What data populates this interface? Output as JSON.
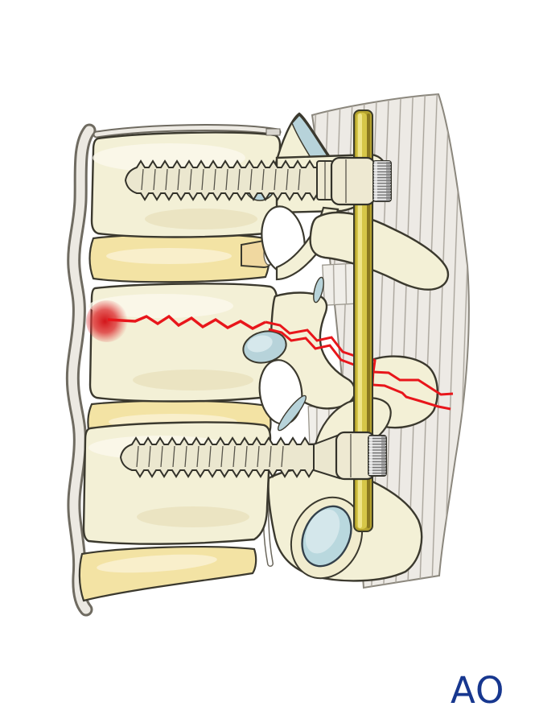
{
  "illustration": {
    "kind": "surgical-technique-drawing",
    "subject": "Lateral lumbar spine with posterior pedicle screw and rod fixation bridging a fractured vertebra",
    "parts": {
      "fascia": "striped posterior fascia band",
      "anterior_ligament": "anterior longitudinal ligament band",
      "vertebra_top": "upper instrumented vertebra",
      "vertebra_middle": "fractured middle vertebra",
      "vertebra_bottom": "lower instrumented vertebra",
      "discs": "intervertebral discs",
      "screw_top": "pedicle screw with locking nut (upper)",
      "screw_bottom": "pedicle screw with locking nut (lower)",
      "rod": "longitudinal fixation rod",
      "fracture": "red fracture line through vertebral body and posterior elements",
      "facet_cartilage": "blue facet joint cartilage"
    },
    "colors": {
      "bone": "#f3f0d6",
      "bone_light": "#fbf9ec",
      "bone_shadow": "#e8e1bd",
      "outline": "#3b392e",
      "disc": "#f3e3a4",
      "disc_highlight": "#f9efcb",
      "cartilage": "#b7d3da",
      "cartilage_light": "#d6e8ec",
      "fascia_fill": "#edeae5",
      "fascia_stripe": "#a8a39a",
      "ligament_fill": "#ece9e2",
      "rod_gold": "#b4a22e",
      "rod_mid": "#d6c648",
      "rod_highlight": "#efe488",
      "rod_shade": "#8a781f",
      "screw_cream": "#ebe7cf",
      "nut_gray": "#c9c9c9",
      "fracture_red": "#e8161b"
    }
  },
  "logo": {
    "text": "AO",
    "color": "#17378f"
  }
}
